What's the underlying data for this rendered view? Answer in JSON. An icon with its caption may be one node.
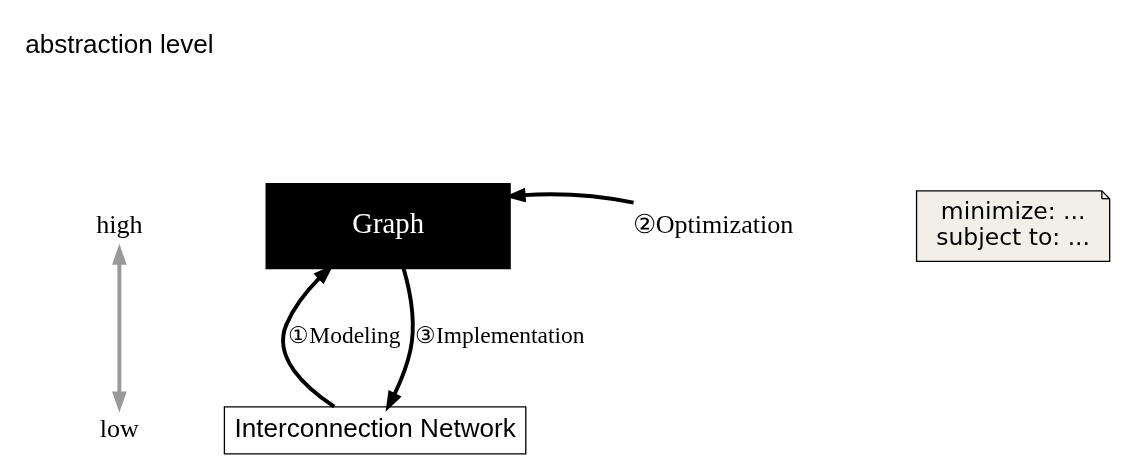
{
  "diagram": {
    "nodes": [
      {
        "text": [
          "Graph"
        ]
      },
      {
        "text": [
          "Interconnection Network"
        ]
      },
      {
        "text": [
          "②Optimization"
        ]
      },
      {
        "text": [
          "minimize: ...",
          "subject to: ..."
        ]
      },
      {
        "text": [
          "high"
        ]
      },
      {
        "text": [
          "low"
        ]
      }
    ],
    "edges": [
      {
        "from": 1,
        "to": 0,
        "arrow": "to",
        "label": "①Modeling"
      },
      {
        "from": 0,
        "to": 1,
        "arrow": "to",
        "label": "③Implementation"
      },
      {
        "from": 2,
        "to": 0,
        "arrow": "to"
      },
      {
        "from": 4,
        "to": 5,
        "arrow": "both",
        "color": "#999999"
      }
    ],
    "labels": [
      "abstraction level"
    ]
  }
}
